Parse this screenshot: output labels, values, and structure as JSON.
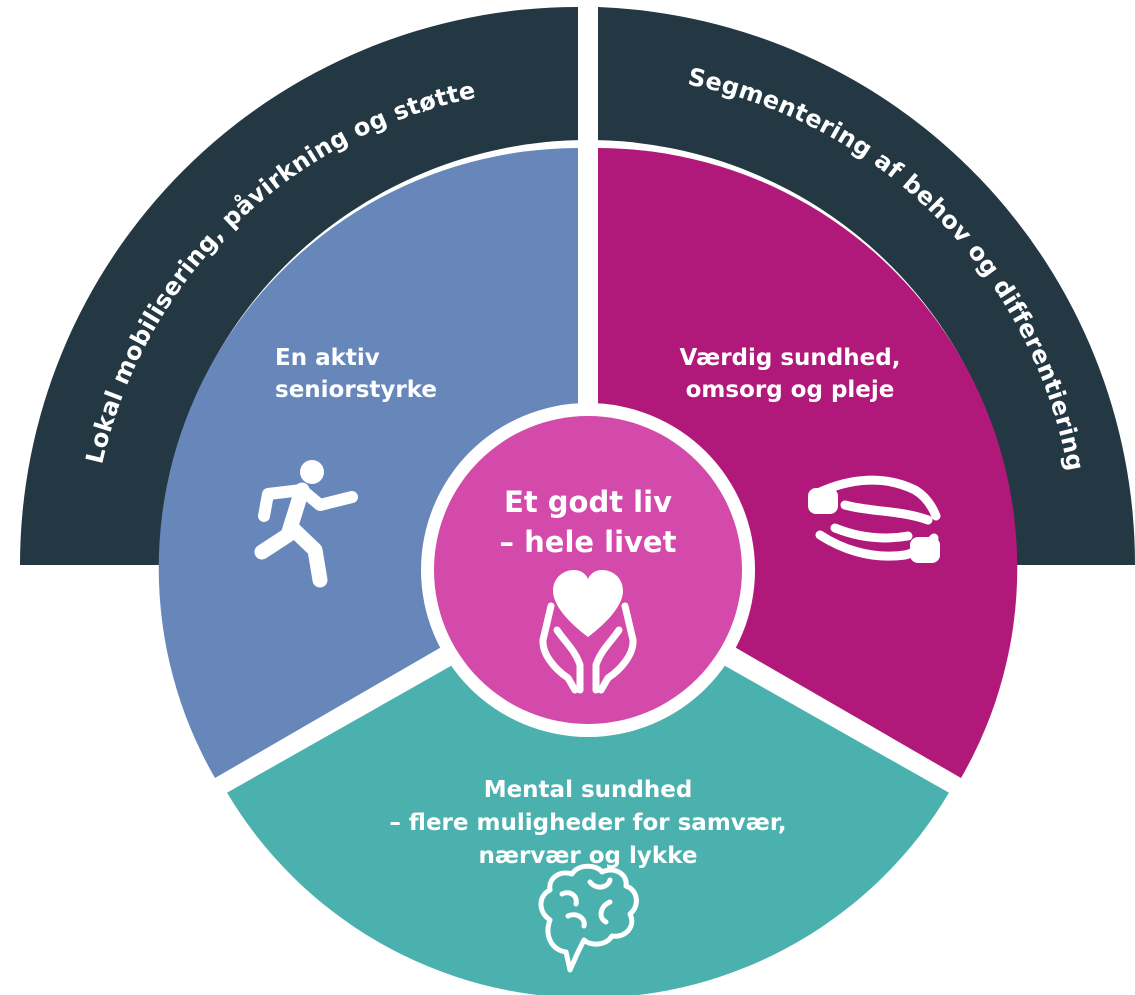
{
  "outer_ring": {
    "left_label": "Lokal mobilisering, påvirkning og støtte",
    "right_label": "Segmentering af behov og differentiering"
  },
  "segments": {
    "top_left": {
      "line1": "En aktiv",
      "line2": "seniorstyrke",
      "icon": "running-person-icon"
    },
    "top_right": {
      "line1": "Værdig sundhed,",
      "line2": "omsorg og pleje",
      "icon": "caring-hands-icon"
    },
    "bottom": {
      "line1": "Mental sundhed",
      "line2": "– flere muligheder for samvær,",
      "line3": "nærvær og lykke",
      "icon": "brain-icon"
    }
  },
  "center": {
    "line1": "Et godt liv",
    "line2": "– hele livet",
    "icon": "heart-in-hands-icon"
  },
  "colors": {
    "outer_ring": "#233843",
    "top_left": "#6787BA",
    "top_right": "#B0197A",
    "bottom": "#4BB1AF",
    "center": "#D44AAB",
    "gap": "#ffffff"
  }
}
